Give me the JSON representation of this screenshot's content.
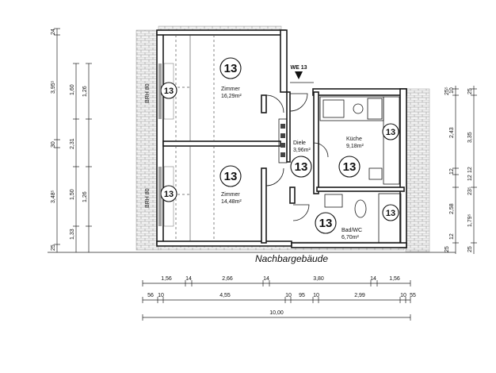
{
  "rooms": {
    "zimmer1": {
      "name": "Zimmer",
      "area": "16,29m²",
      "unit": "13"
    },
    "zimmer2": {
      "name": "Zimmer",
      "area": "14,48m²",
      "unit": "13"
    },
    "diele": {
      "name": "Diele",
      "area": "3,96m²",
      "unit": "13"
    },
    "kueche": {
      "name": "Küche",
      "area": "9,18m²",
      "unit": "13"
    },
    "bad": {
      "name": "Bad/WC",
      "area": "6,70m²",
      "unit": "13"
    }
  },
  "extra_badges": [
    "13",
    "13",
    "13",
    "13"
  ],
  "entrance_label": "WE 13",
  "neighbour_label": "Nachbargebäude",
  "window_labels": [
    "BRH 80",
    "BRH 80"
  ],
  "dims_bottom_row1": [
    "1,56",
    "14",
    "2,66",
    "14",
    "3,80",
    "14",
    "1,56"
  ],
  "dims_bottom_row2": [
    "56",
    "10",
    "4,55",
    "10",
    "95",
    "10",
    "2,99",
    "10",
    "55"
  ],
  "dims_bottom_total": "10,00",
  "dims_left_outer": [
    "24",
    "3,95⁵",
    "30",
    "3,48⁵",
    "25"
  ],
  "dims_left_inner": [
    "1,60",
    "2,31",
    "1,50",
    "1,33"
  ],
  "dims_left_col3": [
    "1,26",
    "1,26"
  ],
  "dims_right_outer": [
    "25",
    "12",
    "3,35",
    "12",
    "23⁵",
    "1,79⁵",
    "25"
  ],
  "dims_right_inner": [
    "10",
    "25⁵",
    "2,43",
    "12",
    "2,58",
    "12",
    "25"
  ]
}
